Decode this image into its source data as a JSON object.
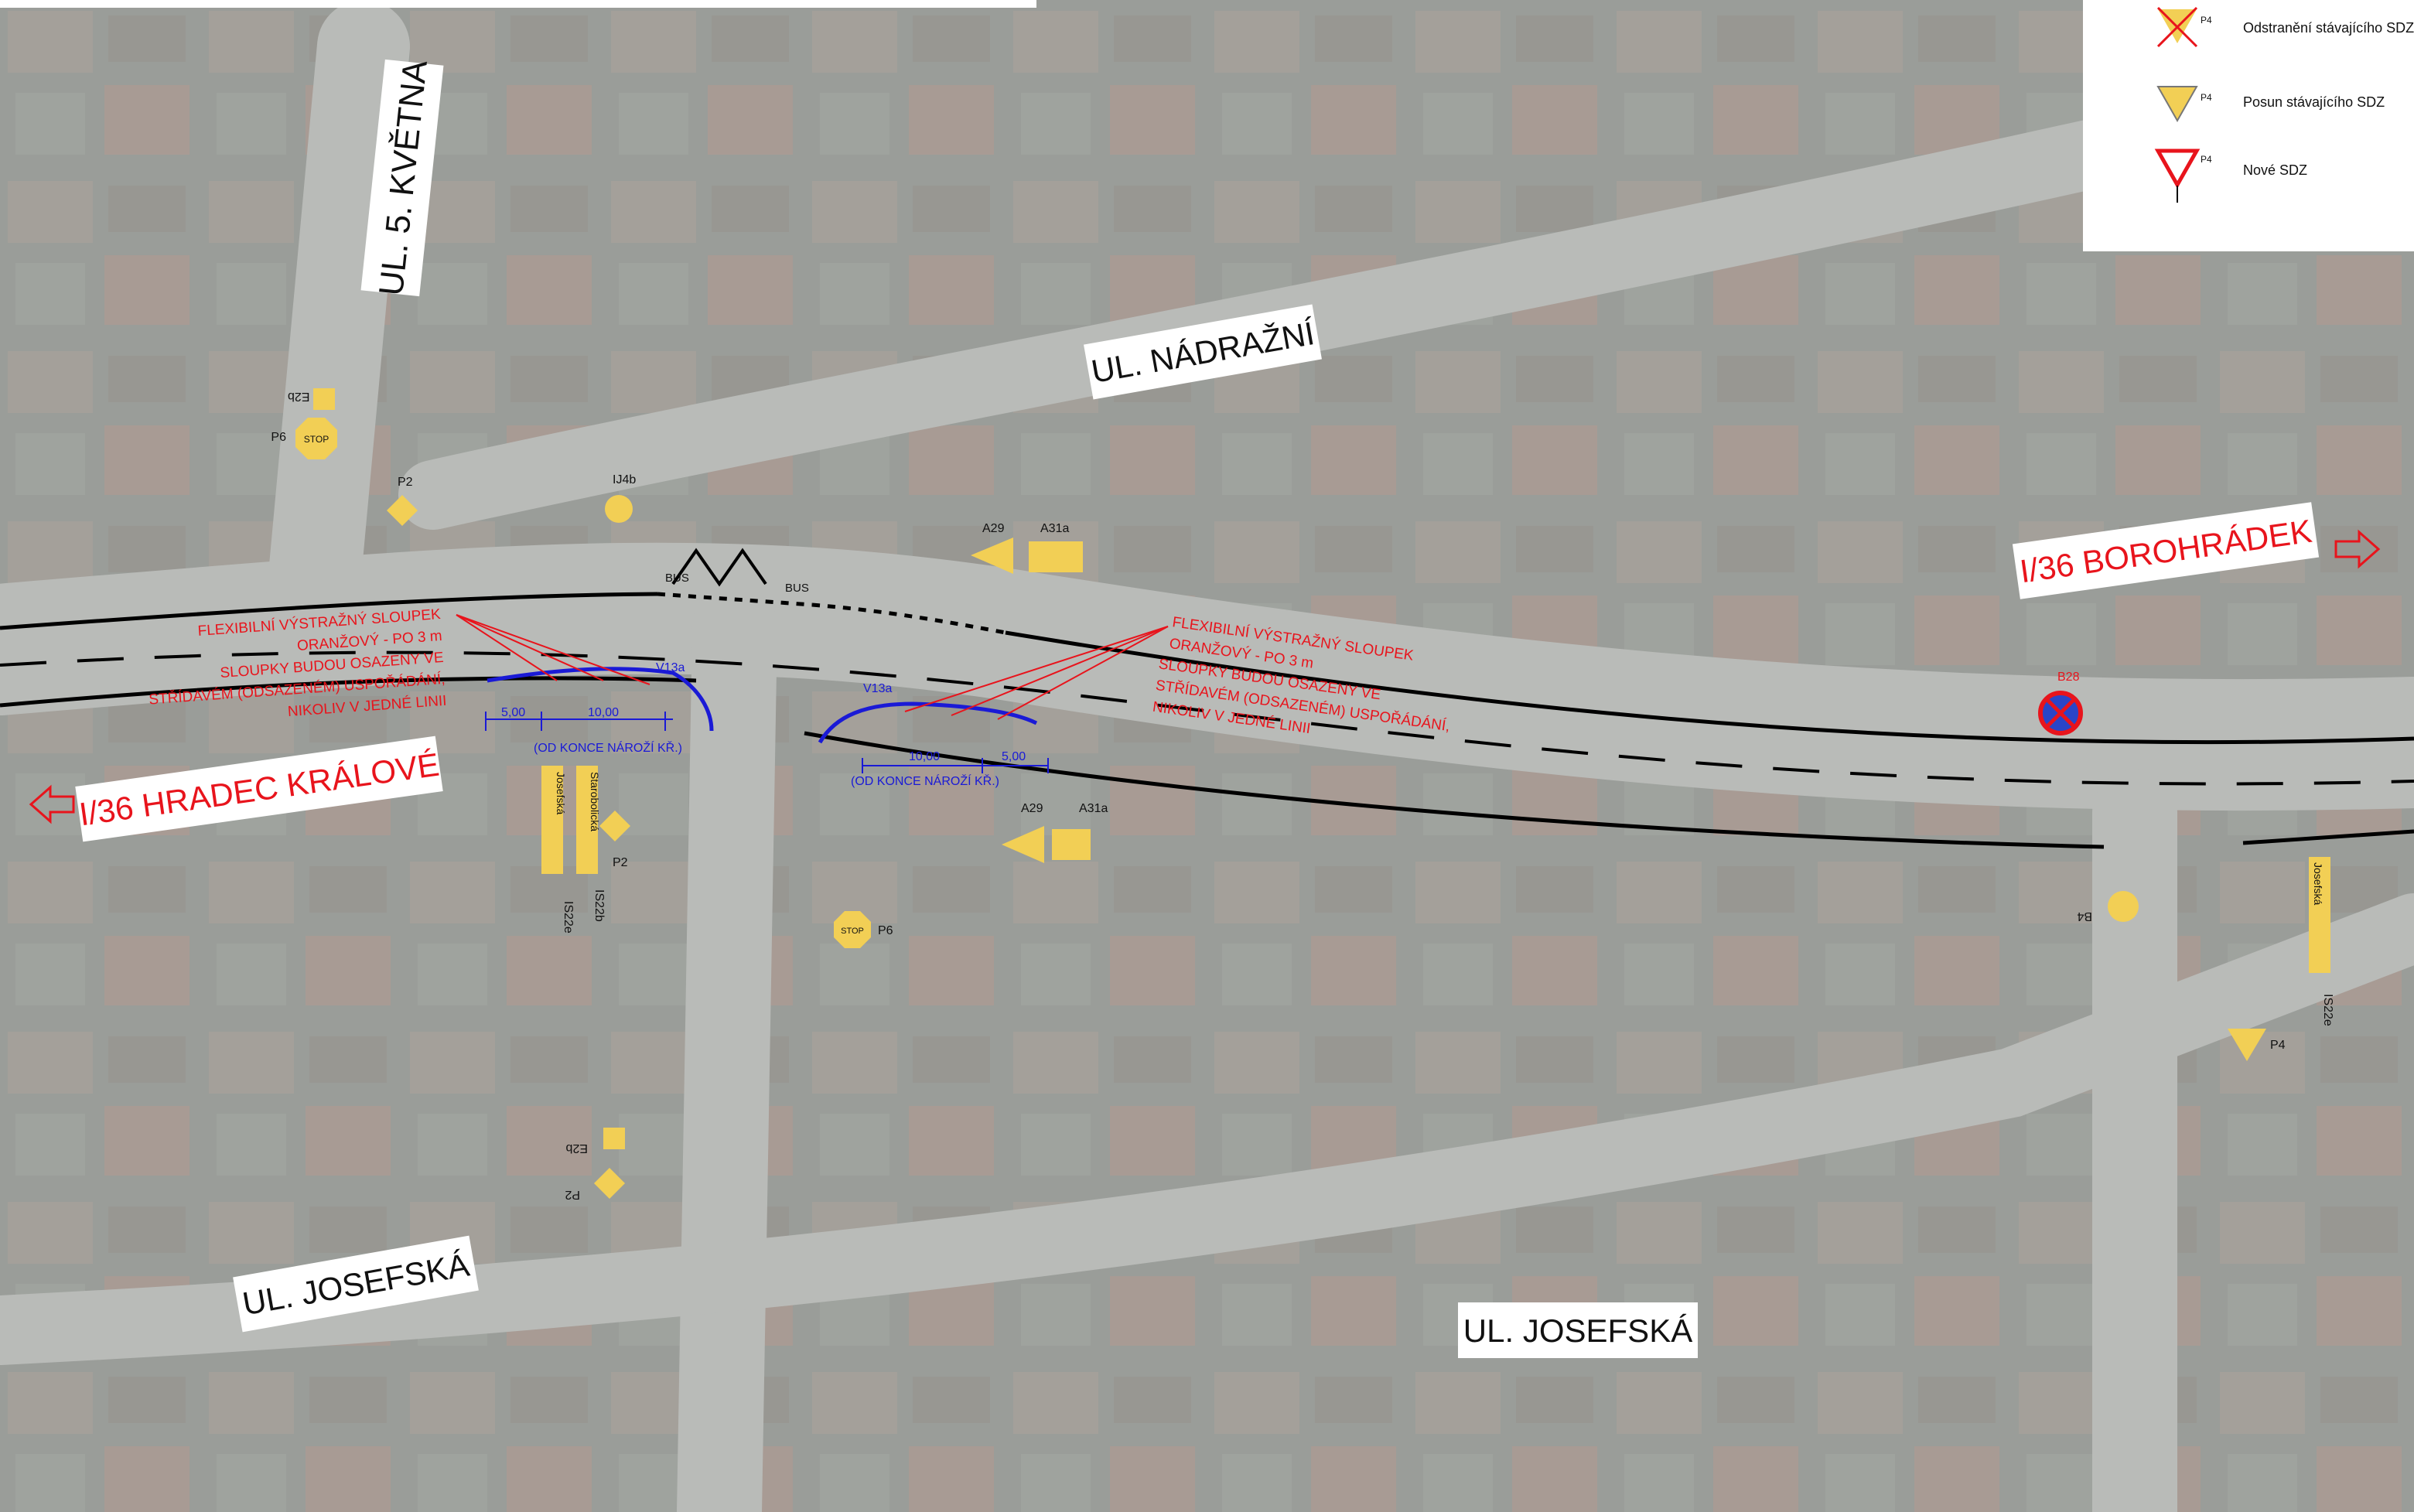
{
  "streets": {
    "kvetna": "UL. 5. KVĚTNA",
    "nadrazni": "UL. NÁDRAŽNÍ",
    "borohradek": "I/36 BOROHRÁDEK",
    "hradec": "I/36 HRADEC KRÁLOVÉ",
    "josefska_left": "UL. JOSEFSKÁ",
    "josefska_right": "UL. JOSEFSKÁ"
  },
  "legend": {
    "items": [
      {
        "code": "P4",
        "label": "Odstranění stávajícího SDZ"
      },
      {
        "code": "P4",
        "label": "Posun stávajícího SDZ"
      },
      {
        "code": "P4",
        "label": "Nové SDZ"
      }
    ]
  },
  "notes": {
    "left": [
      "FLEXIBILNÍ VÝSTRAŽNÝ SLOUPEK",
      "ORANŽOVÝ - PO 3 m",
      "SLOUPKY BUDOU OSAZENY VE",
      "STŘÍDAVÉM (ODSAZENÉM) USPOŘÁDÁNÍ,",
      "NIKOLIV V JEDNÉ LINII"
    ],
    "right": [
      "FLEXIBILNÍ VÝSTRAŽNÝ SLOUPEK",
      "ORANŽOVÝ - PO 3 m",
      "SLOUPKY BUDOU OSAZENY VE",
      "STŘÍDAVÉM (ODSAZENÉM) USPOŘÁDÁNÍ,",
      "NIKOLIV V JEDNÉ LINII"
    ]
  },
  "dimensions": {
    "left": {
      "a": "5,00",
      "b": "10,00",
      "note": "(OD KONCE NÁROŽÍ KŘ.)",
      "code": "V13a"
    },
    "right": {
      "a": "10,00",
      "b": "5,00",
      "note": "(OD KONCE NÁROŽÍ KŘ.)",
      "code": "V13a"
    }
  },
  "signs": {
    "e2b_top": "E2b",
    "p6_top": "P6",
    "stop": "STOP",
    "p2_top": "P2",
    "ij4b": "IJ4b",
    "bus": "BUS",
    "a29_top": "A29",
    "a31a_top": "A31a",
    "b28": "B28",
    "a29_mid": "A29",
    "a31a_mid": "A31a",
    "p6_mid": "P6",
    "p2_mid": "P2",
    "is22b": "IS22b",
    "is22e_left": "IS22e",
    "josefska_sign": "Josefská",
    "starobolicka": "Starobolická",
    "b4": "B4",
    "is22e_right": "IS22e",
    "josefska_sign_right": "Josefská",
    "p4": "P4",
    "e2b_bottom": "E2b",
    "p2_bottom": "P2"
  },
  "colors": {
    "note_red": "#e8141c",
    "dim_blue": "#1a1ad6",
    "sign_yellow": "#f2cf55"
  }
}
